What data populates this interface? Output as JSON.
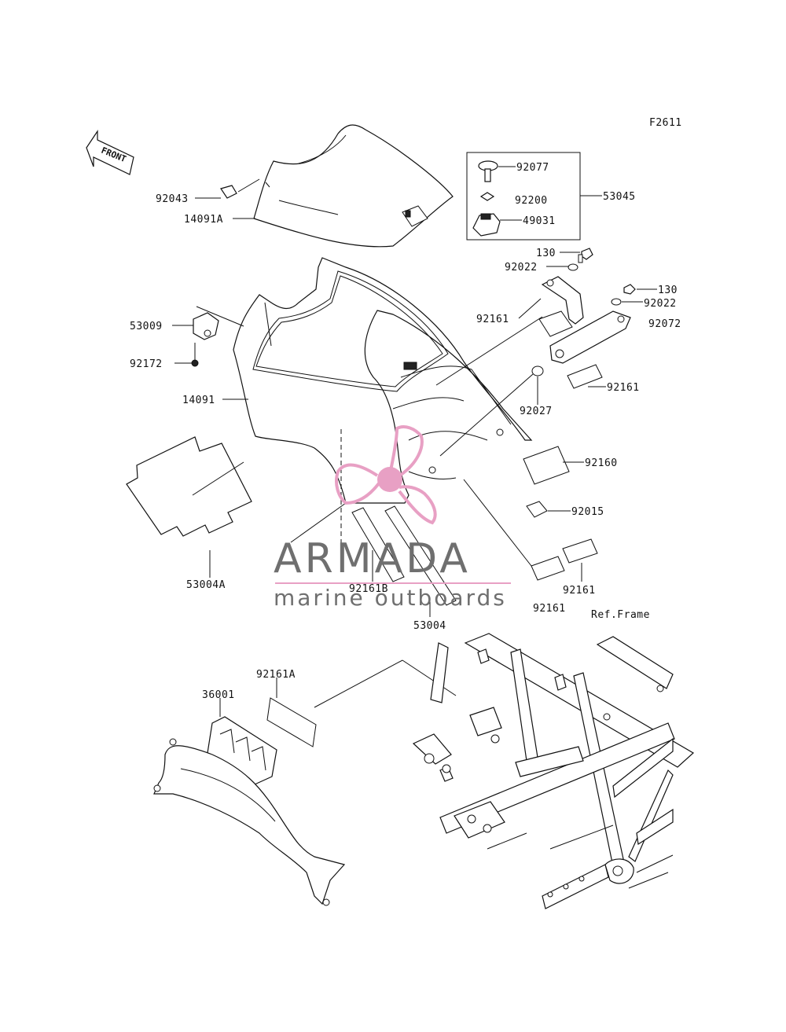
{
  "diagram": {
    "figure_code": "F2611",
    "front_label": "FRONT",
    "ref_frame_label": "Ref.Frame",
    "callouts": {
      "p92077": "92077",
      "p92200": "92200",
      "p49031": "49031",
      "p53045": "53045",
      "p92043": "92043",
      "p14091A": "14091A",
      "p130a": "130",
      "p92022a": "92022",
      "p130b": "130",
      "p92022b": "92022",
      "p92072": "92072",
      "p53009": "53009",
      "p92161a": "92161",
      "p92172": "92172",
      "p14091": "14091",
      "p92161b": "92161",
      "p92027": "92027",
      "p92160": "92160",
      "p92015": "92015",
      "p53004A": "53004A",
      "p92161B": "92161B",
      "p53004": "53004",
      "p92161c": "92161",
      "p92161d": "92161",
      "p92161A": "92161A",
      "p36001": "36001"
    }
  },
  "watermark": {
    "brand": "ARMADA",
    "tagline": "marine outboards",
    "colors": {
      "logo_pink": "#e8a0c4",
      "text_gray": "#6f6f6f",
      "rule_pink": "#e8a0c4"
    }
  }
}
